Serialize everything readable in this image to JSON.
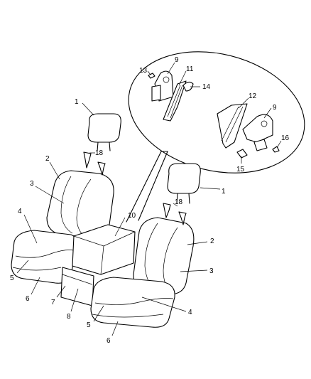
{
  "callouts": [
    {
      "text": "1"
    },
    {
      "text": "1"
    },
    {
      "text": "2"
    },
    {
      "text": "2"
    },
    {
      "text": "3"
    },
    {
      "text": "3"
    },
    {
      "text": "4"
    },
    {
      "text": "4"
    },
    {
      "text": "5"
    },
    {
      "text": "5"
    },
    {
      "text": "6"
    },
    {
      "text": "6"
    },
    {
      "text": "7"
    },
    {
      "text": "8"
    },
    {
      "text": "9"
    },
    {
      "text": "9"
    },
    {
      "text": "10"
    },
    {
      "text": "11"
    },
    {
      "text": "12"
    },
    {
      "text": "13"
    },
    {
      "text": "14"
    },
    {
      "text": "15"
    },
    {
      "text": "16"
    },
    {
      "text": "18"
    },
    {
      "text": "18"
    }
  ]
}
